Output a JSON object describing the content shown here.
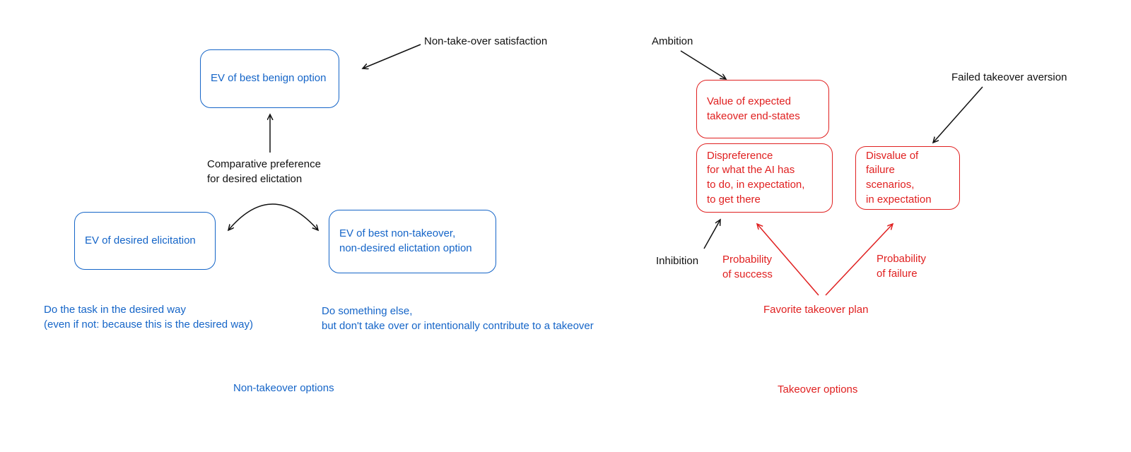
{
  "colors": {
    "blue": "#1565c8",
    "red": "#e02020",
    "black": "#111111"
  },
  "left": {
    "boxes": {
      "benign": "EV of best benign option",
      "desired": "EV of desired elicitation",
      "non_takeover": "EV of best non-takeover,\nnon-desired elictation option"
    },
    "labels": {
      "satisfaction": "Non-take-over satisfaction",
      "comparative": "Comparative preference\nfor desired elictation",
      "caption_desired": "Do the task in the desired way\n(even if not: because this is the desired way)",
      "caption_else": "Do something else,\nbut don't take over or intentionally contribute to a takeover",
      "section_title": "Non-takeover options"
    }
  },
  "right": {
    "boxes": {
      "value": "Value of expected\ntakeover end-states",
      "dispreference": "Dispreference\nfor what the AI has\nto do, in expectation,\nto get there",
      "disvalue": "Disvalue of failure\nscenarios,\nin expectation"
    },
    "labels": {
      "ambition": "Ambition",
      "failed_aversion": "Failed takeover aversion",
      "inhibition": "Inhibition",
      "prob_success": "Probability\nof success",
      "prob_failure": "Probability\nof failure",
      "favorite_plan": "Favorite takeover plan",
      "section_title": "Takeover options"
    }
  }
}
